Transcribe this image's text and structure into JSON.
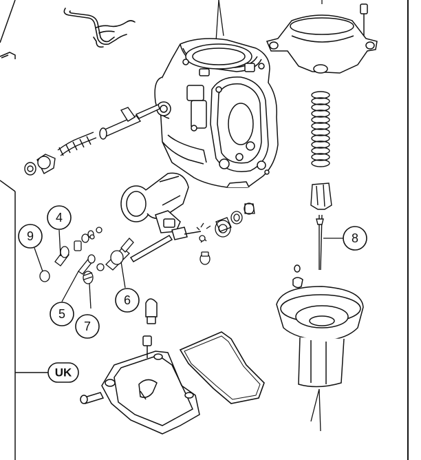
{
  "callouts": {
    "c4": "4",
    "c5": "5",
    "c6": "6",
    "c7": "7",
    "c8": "8",
    "c9": "9"
  },
  "region_label": "UK"
}
